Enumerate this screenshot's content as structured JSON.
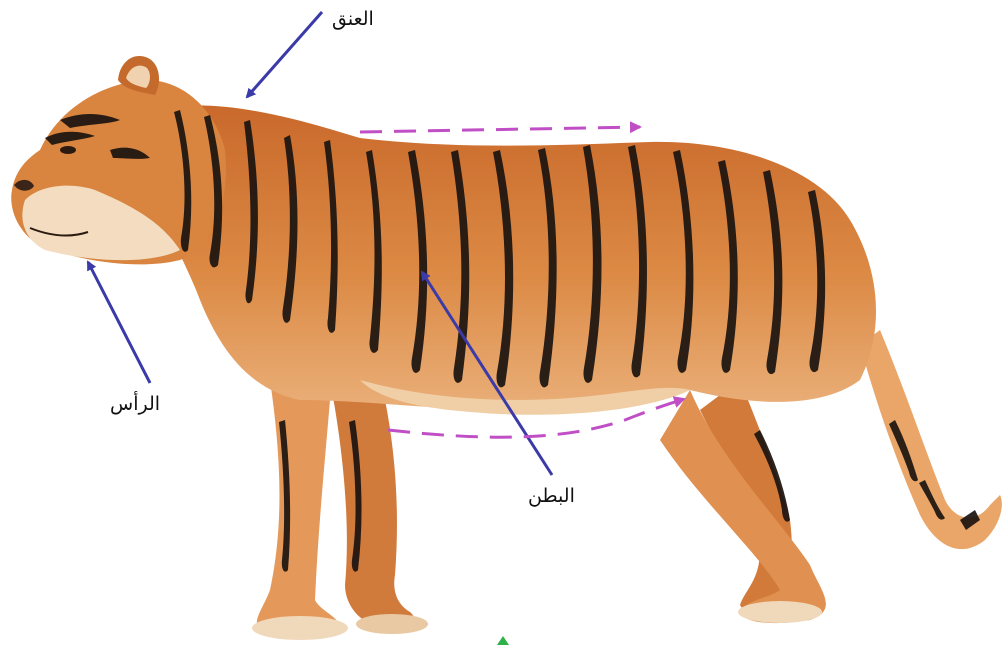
{
  "labels": {
    "neck": "العنق",
    "head": "الرأس",
    "belly": "البطن"
  },
  "colors": {
    "pointer_arrow": "#3a3aa8",
    "dashed_arrow": "#c04fc6",
    "marker": "#2db24a",
    "fur": "#d9803b",
    "fur_light": "#eaa765",
    "stripe": "#1b1410",
    "cream": "#f3dcc0"
  },
  "icons": {
    "tiger": "tiger-illustration",
    "marker": "triangle-up-icon"
  }
}
